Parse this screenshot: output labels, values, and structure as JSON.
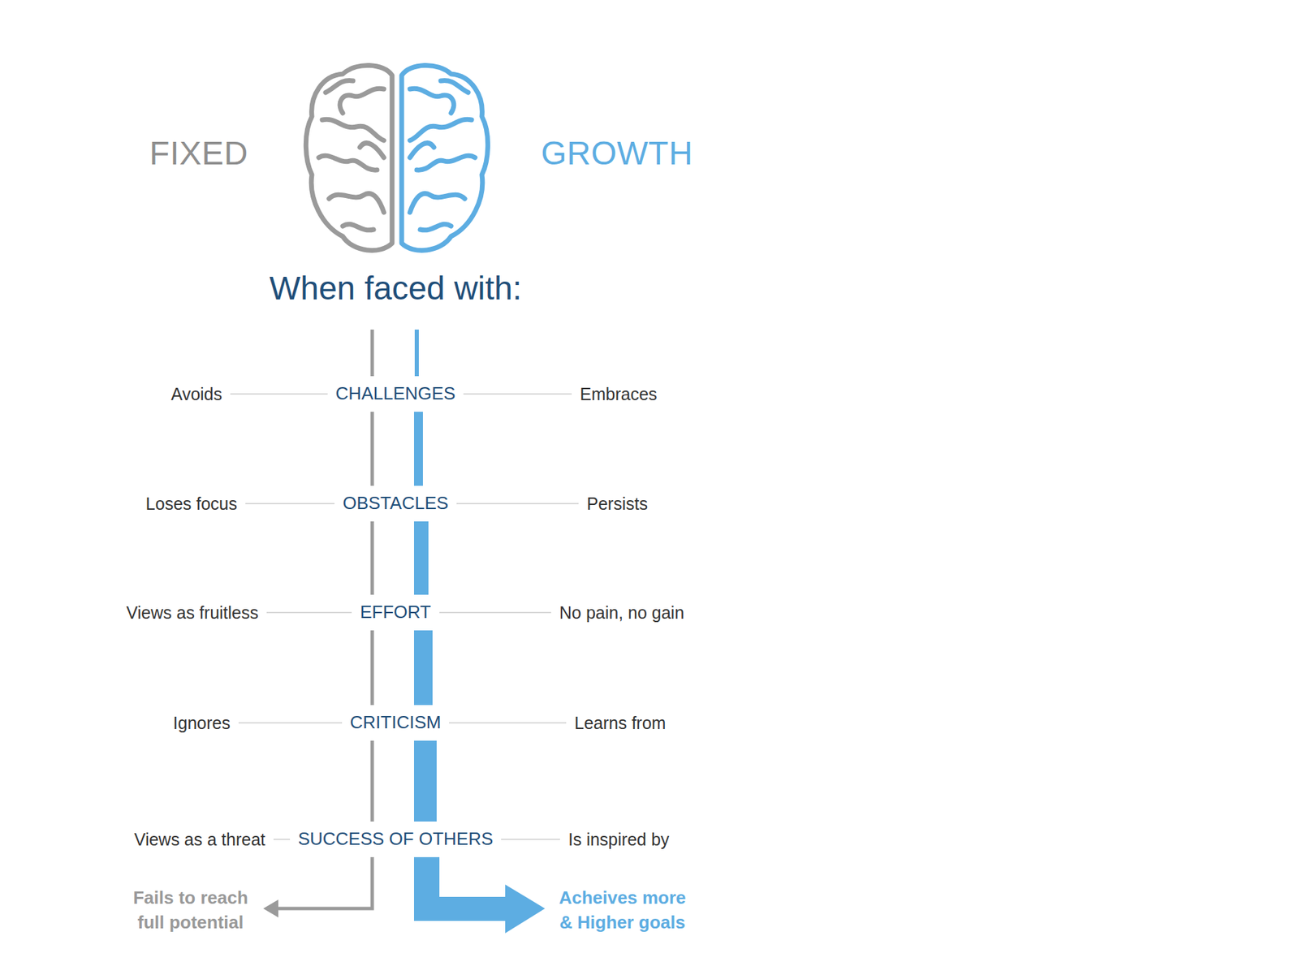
{
  "diagram": {
    "title": "When faced with:",
    "labels": [
      "FIXED",
      "GROWTH",
      "Avoids",
      "CHALLENGES",
      "Embraces",
      "Loses focus",
      "OBSTACLES",
      "Persists",
      "Views as fruitless",
      "EFFORT",
      "No pain, no gain",
      "Ignores",
      "CRITICISM",
      "Learns from",
      "Views as a threat",
      "SUCCESS OF OTHERS",
      "Is inspired by",
      "Fails to reach full potential",
      "Acheives more & Higher goals"
    ]
  }
}
